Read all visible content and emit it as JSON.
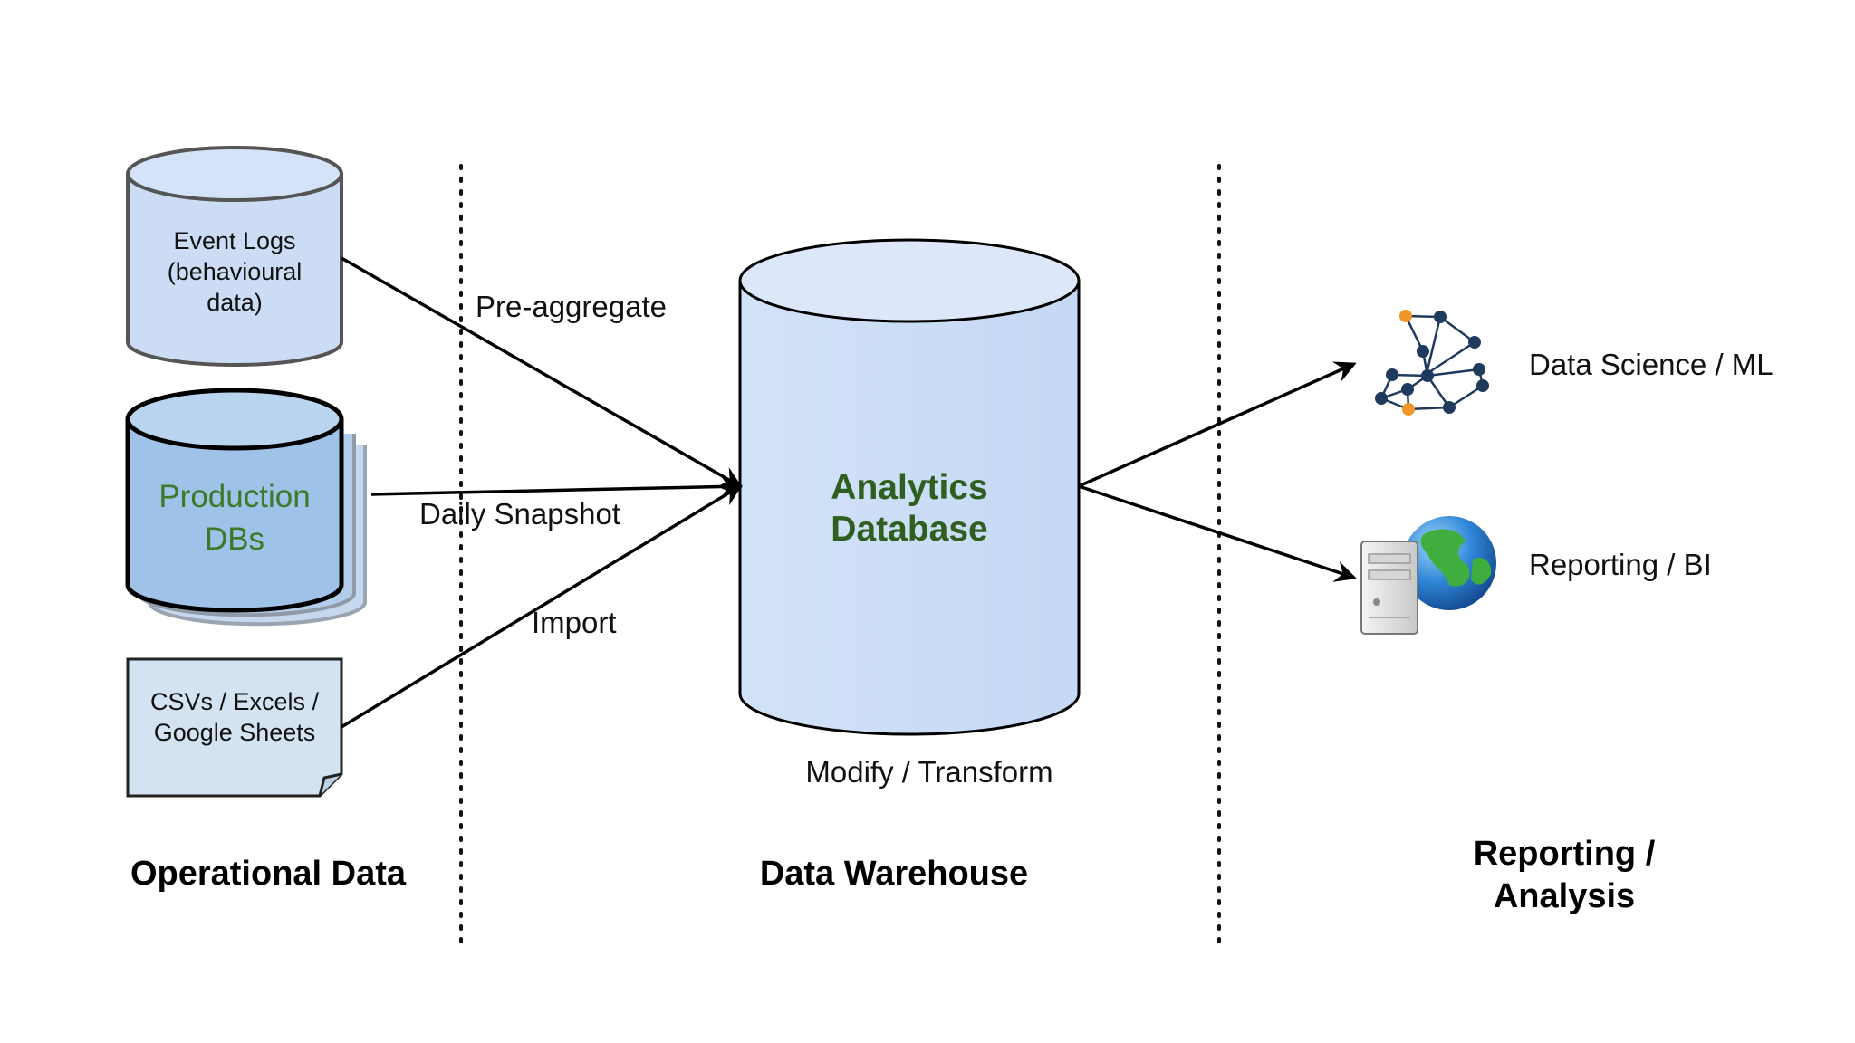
{
  "sections": {
    "operational": "Operational Data",
    "warehouse": "Data Warehouse",
    "reporting_line1": "Reporting /",
    "reporting_line2": "Analysis"
  },
  "sources": {
    "event_logs": {
      "line1": "Event Logs",
      "line2": "(behavioural",
      "line3": "data)"
    },
    "production": {
      "line1": "Production",
      "line2": "DBs"
    },
    "files": {
      "line1": "CSVs / Excels /",
      "line2": "Google Sheets"
    }
  },
  "flows": {
    "pre_aggregate": "Pre-aggregate",
    "daily_snapshot": "Daily Snapshot",
    "import": "Import"
  },
  "warehouse": {
    "line1": "Analytics",
    "line2": "Database",
    "caption": "Modify / Transform"
  },
  "outputs": {
    "data_science": "Data Science / ML",
    "reporting_bi": "Reporting / BI"
  },
  "colors": {
    "db_fill": "#ccdcf5",
    "prod_fill": "#9fc3e8",
    "label_green": "#3c7a2a",
    "warehouse_green": "#2f5f1f",
    "file_fill": "#d3e3f2",
    "node_navy": "#1f3a5c",
    "node_orange": "#f2962a"
  }
}
